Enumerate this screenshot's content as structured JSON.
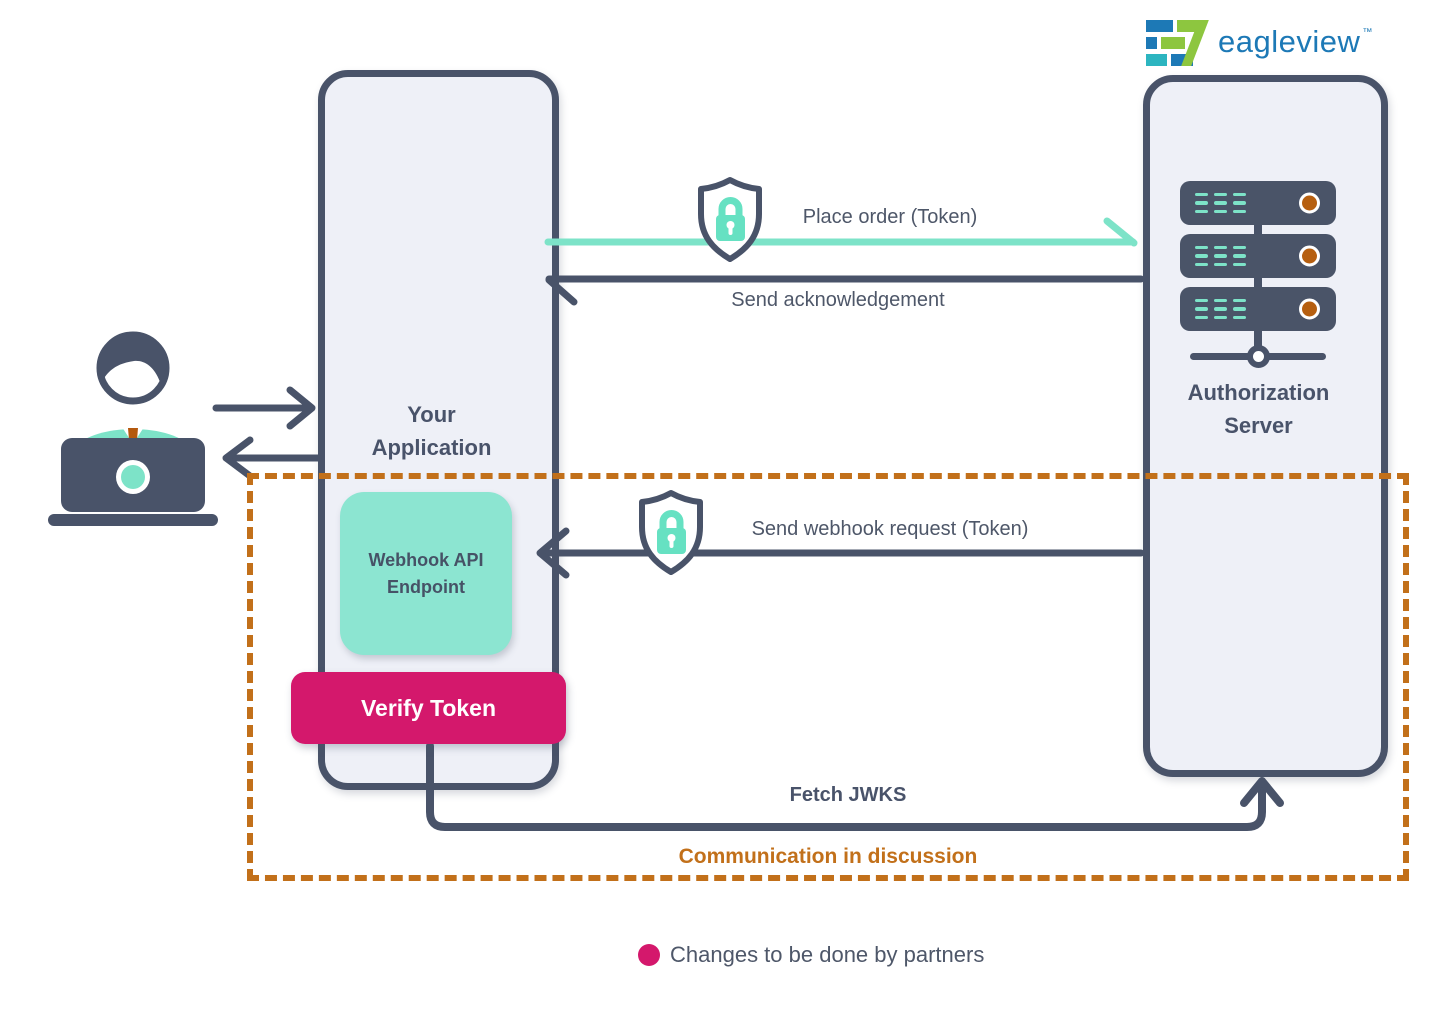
{
  "logo": {
    "brand": "eagleview",
    "trademark": "™"
  },
  "application": {
    "title": "Your\nApplication",
    "webhook_endpoint_label": "Webhook API\nEndpoint",
    "verify_token_label": "Verify Token"
  },
  "server": {
    "title": "Authorization\nServer"
  },
  "flows": {
    "place_order": "Place order (Token)",
    "send_acknowledgement": "Send acknowledgement",
    "send_webhook_request": "Send webhook request (Token)",
    "fetch_jwks": "Fetch JWKS"
  },
  "discussion_region": {
    "label": "Communication in discussion"
  },
  "legend": {
    "partner_changes": "Changes to be done by partners"
  },
  "icons": {
    "shield_lock": "shield-lock-icon",
    "server_stack": "server-stack-icon",
    "user_laptop": "user-at-laptop-icon",
    "legend_dot": "magenta-dot"
  },
  "colors": {
    "slate": "#495369",
    "box_fill": "#eef0f7",
    "teal": "#7de3c8",
    "teal_box": "#8ce5d1",
    "magenta": "#d4186c",
    "orange": "#c2701a",
    "led_orange": "#b65f10",
    "brand_blue": "#1d79b6",
    "brand_green": "#8dc63f",
    "brand_teal": "#2cb5c0"
  }
}
